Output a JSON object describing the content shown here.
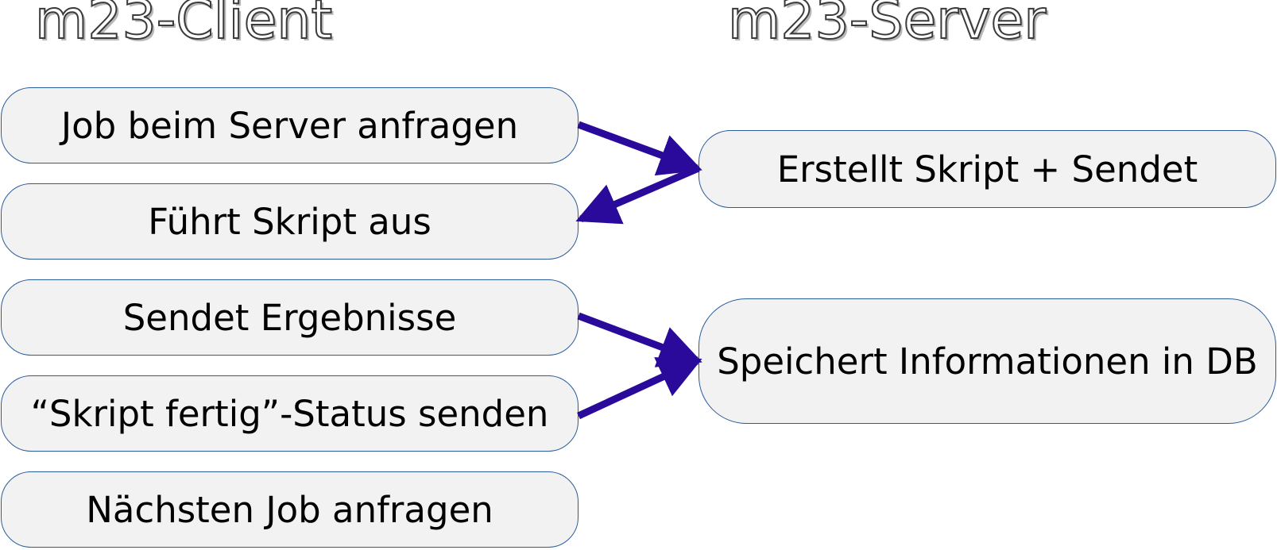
{
  "headings": {
    "client": "m23-Client",
    "server": "m23-Server"
  },
  "client_steps": [
    "Job beim Server anfragen",
    "Führt Skript aus",
    "Sendet Ergebnisse",
    "“Skript fertig”-Status senden",
    "Nächsten Job anfragen"
  ],
  "server_steps": [
    "Erstellt Skript + Sendet",
    "Speichert Informationen in DB"
  ],
  "colors": {
    "arrow": "#2a0a9a",
    "box_fill": "#f2f2f2",
    "box_border": "#2a5c9a"
  }
}
